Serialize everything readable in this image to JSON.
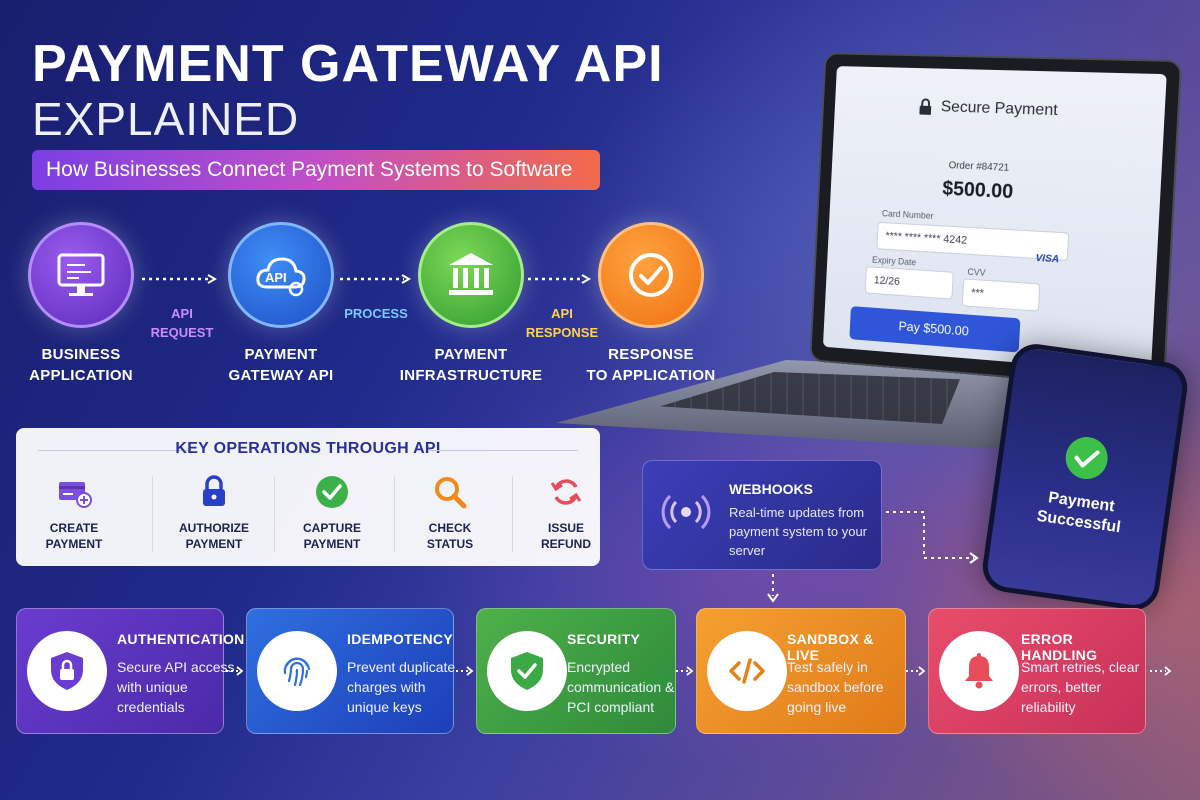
{
  "header": {
    "title": "PAYMENT GATEWAY API",
    "title_line2": "EXPLAINED",
    "subtitle": "How Businesses Connect Payment Systems to Software"
  },
  "flow": {
    "steps": [
      {
        "label_line1": "BUSINESS",
        "label_line2": "APPLICATION",
        "icon": "monitor-icon"
      },
      {
        "label_line1": "PAYMENT",
        "label_line2": "GATEWAY API",
        "icon": "api-cloud-icon"
      },
      {
        "label_line1": "PAYMENT",
        "label_line2": "INFRASTRUCTURE",
        "icon": "bank-icon"
      },
      {
        "label_line1": "RESPONSE",
        "label_line2": "TO APPLICATION",
        "icon": "check-circle-icon"
      }
    ],
    "connectors": [
      {
        "line1": "API",
        "line2": "REQUEST",
        "color": "#c98cff"
      },
      {
        "line1": "PROCESS",
        "line2": "",
        "color": "#7ec6ff"
      },
      {
        "line1": "API",
        "line2": "RESPONSE",
        "color": "#ffd24a"
      }
    ],
    "api_text": "API"
  },
  "operations": {
    "heading": "KEY OPERATIONS THROUGH API",
    "items": [
      {
        "line1": "CREATE",
        "line2": "PAYMENT",
        "icon": "card-plus-icon"
      },
      {
        "line1": "AUTHORIZE",
        "line2": "PAYMENT",
        "icon": "lock-icon"
      },
      {
        "line1": "CAPTURE",
        "line2": "PAYMENT",
        "icon": "check-icon"
      },
      {
        "line1": "CHECK",
        "line2": "STATUS",
        "icon": "magnifier-icon"
      },
      {
        "line1": "ISSUE",
        "line2": "REFUND",
        "icon": "refresh-icon"
      }
    ]
  },
  "features": [
    {
      "title": "AUTHENTICATION",
      "desc": "Secure API access with unique credentials",
      "icon": "shield-lock-icon",
      "accent": "#6a3ccf"
    },
    {
      "title": "IDEMPOTENCY",
      "desc": "Prevent duplicate charges with unique keys",
      "icon": "fingerprint-icon",
      "accent": "#2f6fe0"
    },
    {
      "title": "SECURITY",
      "desc": "Encrypted communication & PCI compliant",
      "icon": "shield-check-icon",
      "accent": "#4fb04a"
    },
    {
      "title": "SANDBOX & LIVE",
      "desc": "Test safely in sandbox before going live",
      "icon": "code-icon",
      "accent": "#f5a030"
    },
    {
      "title": "ERROR HANDLING",
      "desc": "Smart retries, clear errors, better reliability",
      "icon": "bell-icon",
      "accent": "#e84d6a"
    }
  ],
  "webhooks": {
    "title": "WEBHOOKS",
    "desc": "Real-time updates from payment system to your server"
  },
  "laptop": {
    "header": "Secure Payment",
    "order": "Order #84721",
    "amount": "$500.00",
    "card_number_label": "Card Number",
    "card_number_value": "**** **** **** 4242",
    "card_brand": "VISA",
    "expiry_label": "Expiry Date",
    "expiry_value": "12/26",
    "cvv_label": "CVV",
    "cvv_value": "***",
    "button": "Pay $500.00"
  },
  "phone": {
    "line1": "Payment",
    "line2": "Successful"
  }
}
